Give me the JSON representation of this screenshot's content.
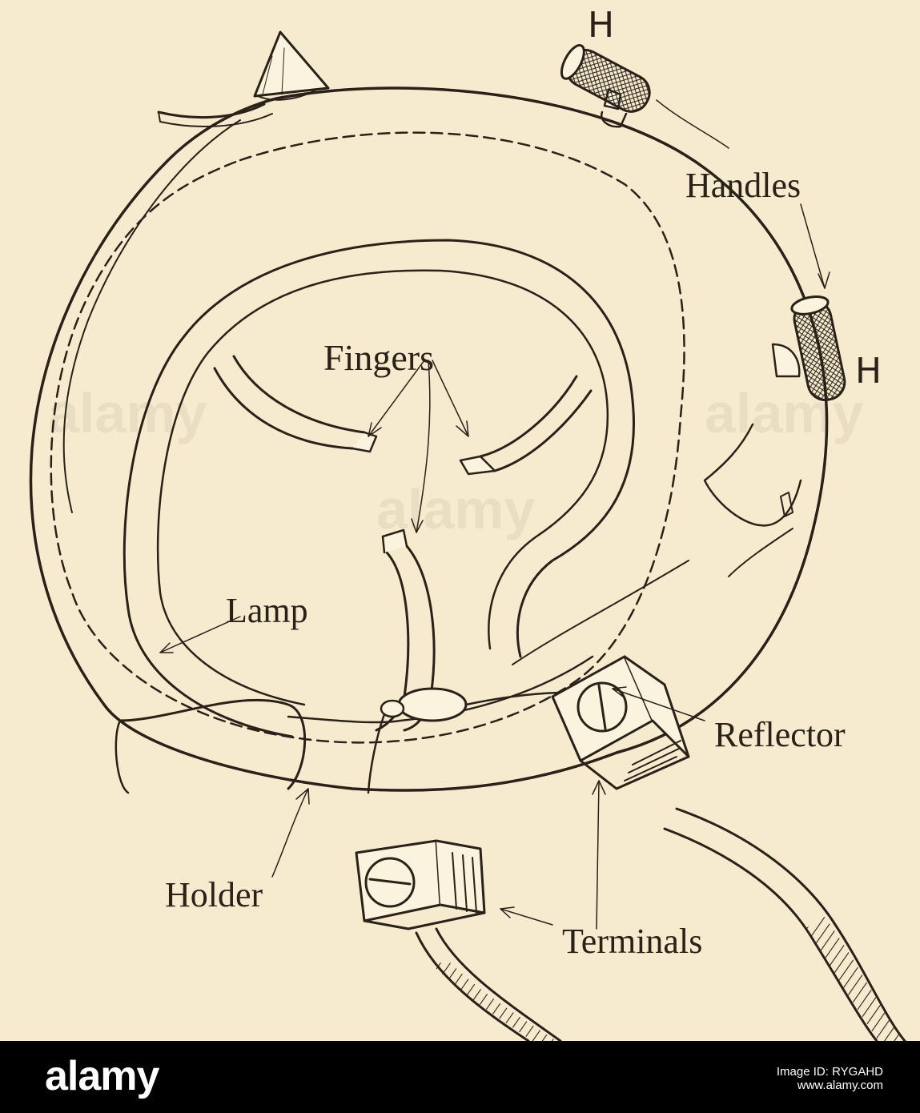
{
  "labels": {
    "handle_top": "H",
    "handle_right": "H",
    "handles": "Handles",
    "fingers": "Fingers",
    "lamp": "Lamp",
    "reflector": "Reflector",
    "holder": "Holder",
    "terminals": "Terminals"
  },
  "footer": {
    "logo": "alamy",
    "image_id": "Image ID: RYGAHD",
    "site": "www.alamy.com"
  },
  "colors": {
    "paper": "#f7ebcf",
    "ink": "#2a2118",
    "footer": "#000000"
  },
  "icons": [
    "handle-knob-icon",
    "terminal-block-icon",
    "alamy-logo-icon"
  ]
}
